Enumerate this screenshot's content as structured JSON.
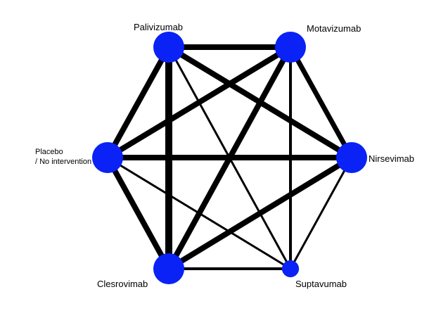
{
  "diagram": {
    "type": "network-meta-analysis",
    "node_color": "#0a22f5",
    "edge_color": "#000000",
    "nodes": [
      {
        "id": "palivizumab",
        "label": [
          "Palivizumab"
        ],
        "relative_size": 1.0
      },
      {
        "id": "motavizumab",
        "label": [
          "Motavizumab"
        ],
        "relative_size": 1.0
      },
      {
        "id": "placebo",
        "label": [
          "Placebo",
          "/ No intervention"
        ],
        "relative_size": 1.0
      },
      {
        "id": "nirsevimab",
        "label": [
          "Nirsevimab"
        ],
        "relative_size": 1.0
      },
      {
        "id": "clesrovimab",
        "label": [
          "Clesrovimab"
        ],
        "relative_size": 1.0
      },
      {
        "id": "suptavumab",
        "label": [
          "Suptavumab"
        ],
        "relative_size": 0.55
      }
    ],
    "edges": [
      {
        "source": "palivizumab",
        "target": "motavizumab",
        "weight": 4
      },
      {
        "source": "palivizumab",
        "target": "placebo",
        "weight": 4
      },
      {
        "source": "palivizumab",
        "target": "clesrovimab",
        "weight": 5
      },
      {
        "source": "palivizumab",
        "target": "nirsevimab",
        "weight": 4
      },
      {
        "source": "palivizumab",
        "target": "suptavumab",
        "weight": 1.5
      },
      {
        "source": "motavizumab",
        "target": "placebo",
        "weight": 4
      },
      {
        "source": "motavizumab",
        "target": "nirsevimab",
        "weight": 3.5
      },
      {
        "source": "motavizumab",
        "target": "clesrovimab",
        "weight": 4
      },
      {
        "source": "motavizumab",
        "target": "suptavumab",
        "weight": 2
      },
      {
        "source": "placebo",
        "target": "nirsevimab",
        "weight": 4
      },
      {
        "source": "placebo",
        "target": "clesrovimab",
        "weight": 4
      },
      {
        "source": "placebo",
        "target": "suptavumab",
        "weight": 1.5
      },
      {
        "source": "nirsevimab",
        "target": "clesrovimab",
        "weight": 4
      },
      {
        "source": "nirsevimab",
        "target": "suptavumab",
        "weight": 1.5
      },
      {
        "source": "clesrovimab",
        "target": "suptavumab",
        "weight": 2
      }
    ]
  }
}
